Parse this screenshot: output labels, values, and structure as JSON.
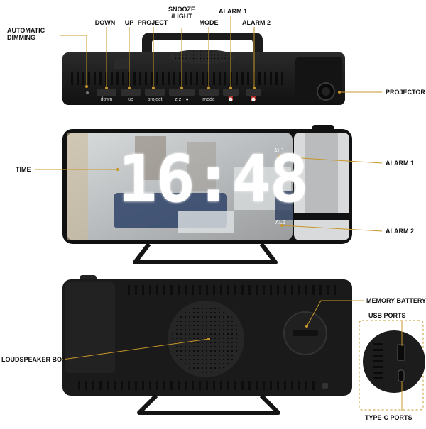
{
  "top_callouts": {
    "automatic_dimming": "AUTOMATIC\nDIMMING",
    "down": "DOWN",
    "up": "UP",
    "project": "PROJECT",
    "snooze_light": "SNOOZE\n/LIGHT",
    "mode": "MODE",
    "alarm1": "ALARM 1",
    "alarm2": "ALARM 2",
    "projector": "PROJECTOR"
  },
  "button_labels": {
    "down": "down",
    "up": "up",
    "project": "project",
    "snooze": "z z - ●",
    "mode": "mode",
    "alarm1": "⏰",
    "alarm2": "⏰"
  },
  "display": {
    "time": "16:48",
    "al1": "AL1",
    "al2": "AL2"
  },
  "middle_callouts": {
    "time": "TIME",
    "alarm1": "ALARM 1",
    "alarm2": "ALARM 2"
  },
  "back_callouts": {
    "memory_battery": "MEMORY BATTERY",
    "usb_ports": "USB PORTS",
    "loudspeaker_box": "LOUDSPEAKER BOX",
    "type_c_ports": "TYPE-C PORTS"
  },
  "colors": {
    "callout_line": "#c8962a",
    "device_body": "#1a1a1a"
  }
}
